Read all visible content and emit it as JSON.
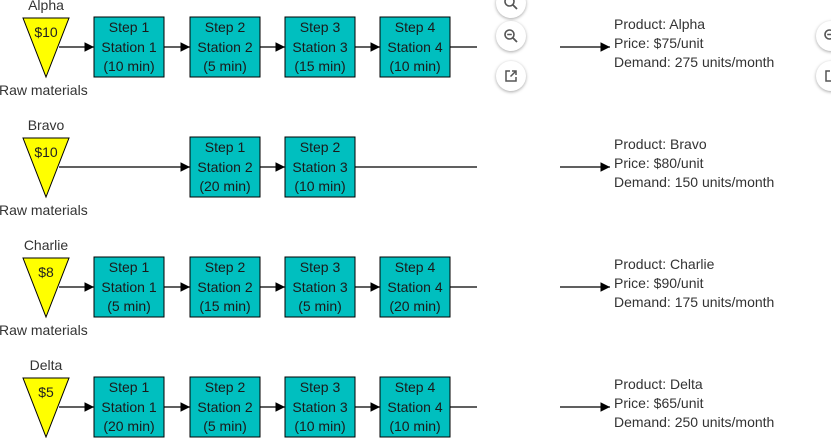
{
  "colors": {
    "raw": "#ffff00",
    "station": "#00bfbf",
    "line": "#000000",
    "text": "#333333"
  },
  "raw_label": "Raw materials",
  "rows": [
    {
      "name": "Alpha",
      "price": "$10",
      "show_raw_label": true,
      "steps": [
        {
          "col": 0,
          "step": "Step 1",
          "station": "Station 1",
          "time": "(10 min)"
        },
        {
          "col": 1,
          "step": "Step 2",
          "station": "Station 2",
          "time": "(5 min)"
        },
        {
          "col": 2,
          "step": "Step 3",
          "station": "Station 3",
          "time": "(15 min)"
        },
        {
          "col": 3,
          "step": "Step 4",
          "station": "Station 4",
          "time": "(10 min)"
        }
      ],
      "product": [
        "Product: Alpha",
        "Price: $75/unit",
        "Demand: 275 units/month"
      ]
    },
    {
      "name": "Bravo",
      "price": "$10",
      "show_raw_label": true,
      "steps": [
        {
          "col": 1,
          "step": "Step 1",
          "station": "Station 2",
          "time": "(20 min)"
        },
        {
          "col": 2,
          "step": "Step 2",
          "station": "Station 3",
          "time": "(10 min)"
        }
      ],
      "product": [
        "Product: Bravo",
        "Price: $80/unit",
        "Demand: 150 units/month"
      ]
    },
    {
      "name": "Charlie",
      "price": "$8",
      "show_raw_label": true,
      "steps": [
        {
          "col": 0,
          "step": "Step 1",
          "station": "Station 1",
          "time": "(5 min)"
        },
        {
          "col": 1,
          "step": "Step 2",
          "station": "Station 2",
          "time": "(15 min)"
        },
        {
          "col": 2,
          "step": "Step 3",
          "station": "Station 3",
          "time": "(5 min)"
        },
        {
          "col": 3,
          "step": "Step 4",
          "station": "Station 4",
          "time": "(20 min)"
        }
      ],
      "product": [
        "Product: Charlie",
        "Price: $90/unit",
        "Demand: 175 units/month"
      ]
    },
    {
      "name": "Delta",
      "price": "$5",
      "show_raw_label": false,
      "steps": [
        {
          "col": 0,
          "step": "Step 1",
          "station": "Station 1",
          "time": "(20 min)"
        },
        {
          "col": 1,
          "step": "Step 2",
          "station": "Station 2",
          "time": "(5 min)"
        },
        {
          "col": 2,
          "step": "Step 3",
          "station": "Station 3",
          "time": "(10 min)"
        },
        {
          "col": 3,
          "step": "Step 4",
          "station": "Station 4",
          "time": "(10 min)"
        }
      ],
      "product": [
        "Product: Delta",
        "Price: $65/unit",
        "Demand: 250 units/month"
      ]
    }
  ],
  "toolbar": {
    "zoom_out_icon": "zoom-out-icon",
    "open_external_icon": "open-external-icon"
  }
}
